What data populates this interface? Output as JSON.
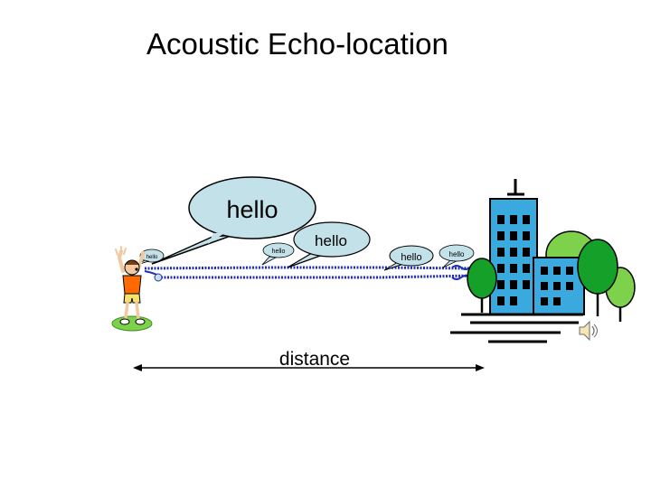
{
  "slide": {
    "title": "Acoustic Echo-location"
  },
  "bubbles": {
    "large": "hello",
    "medium": "hello",
    "small_left": "hello",
    "small_mid": "hello",
    "small_right": "hello",
    "tiny_person": "hello"
  },
  "distance": {
    "label": "distance"
  },
  "colors": {
    "bubble_fill": "#c3e1e8",
    "wave": "#1f2fb5",
    "building": "#3aa9dd",
    "tree_dark": "#15a02a",
    "tree_light": "#7ed14a",
    "shirt": "#ff6a00",
    "ground": "#7ed14a"
  },
  "icons": {
    "speaker": "speaker-icon",
    "person": "child-shouting-illustration",
    "building": "building-with-trees-illustration"
  }
}
